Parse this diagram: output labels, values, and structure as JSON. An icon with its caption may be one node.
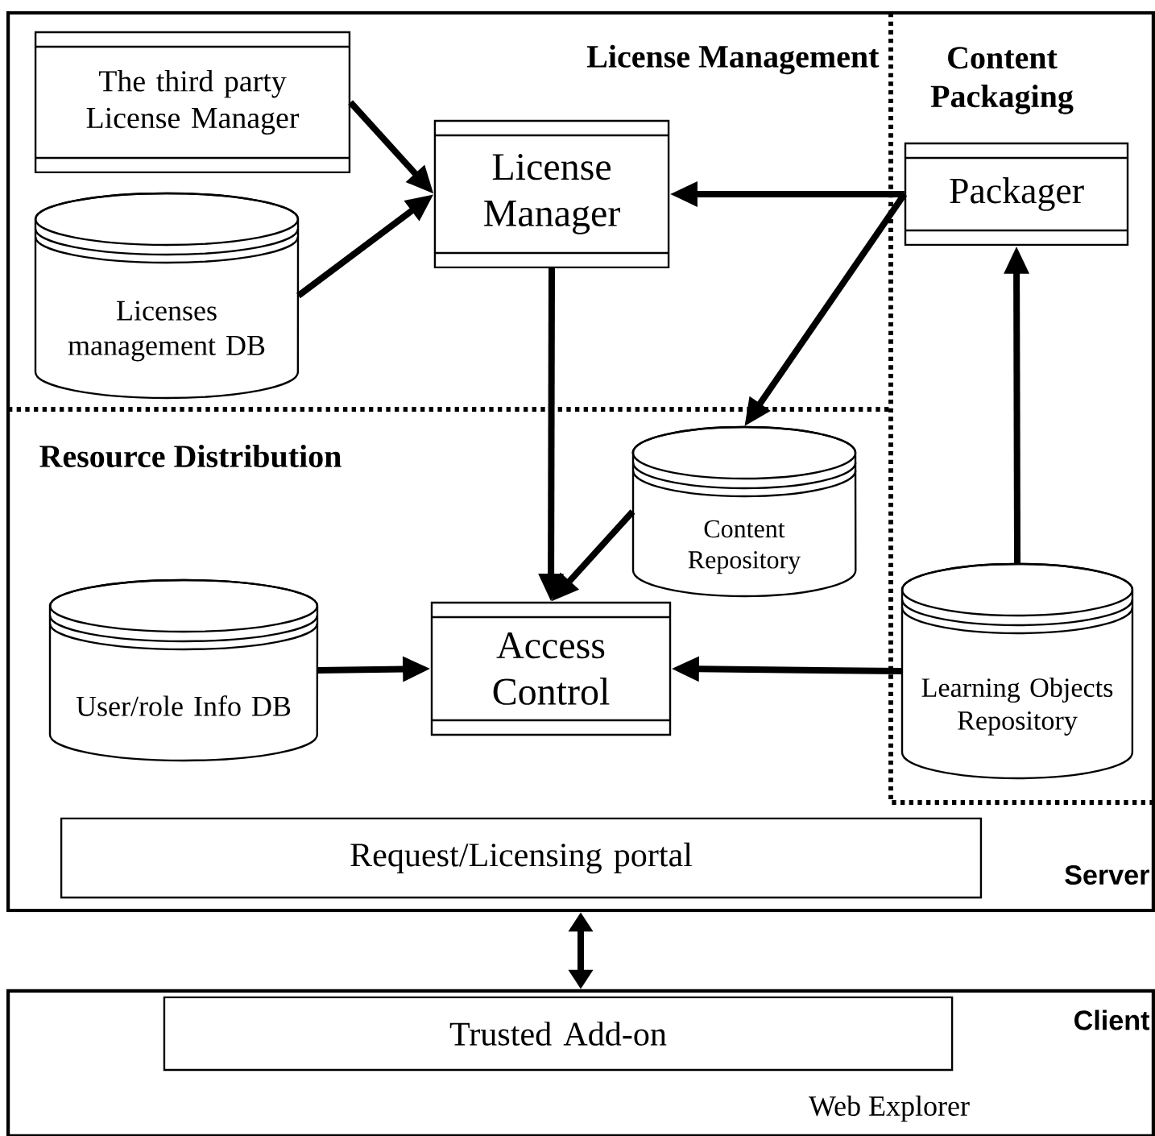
{
  "diagram": {
    "nodes": [
      {
        "text": [
          "Server"
        ]
      },
      {
        "text": [
          "The third party License Manager"
        ],
        "in": 0
      },
      {
        "text": [
          "Licenses management DB"
        ],
        "in": 0
      },
      {
        "text": [
          "License Manager"
        ],
        "in": 0
      },
      {
        "text": [
          "Packager"
        ],
        "in": 0
      },
      {
        "text": [
          "Content Repository"
        ],
        "in": 0
      },
      {
        "text": [
          "User/role Info DB"
        ],
        "in": 0
      },
      {
        "text": [
          "Access Control"
        ],
        "in": 0
      },
      {
        "text": [
          "Learning Objects Repository"
        ],
        "in": 0
      },
      {
        "text": [
          "Request/Licensing portal"
        ],
        "in": 0
      },
      {
        "text": [
          "Client",
          "Web Explorer"
        ]
      },
      {
        "text": [
          "Trusted Add-on"
        ],
        "in": 10
      }
    ],
    "edges": [
      {
        "from": 1,
        "to": 3,
        "arrow": "to"
      },
      {
        "from": 2,
        "to": 3,
        "arrow": "to"
      },
      {
        "from": 4,
        "to": 3,
        "arrow": "to"
      },
      {
        "from": 4,
        "to": 5,
        "arrow": "to"
      },
      {
        "from": 3,
        "to": 7,
        "arrow": "to"
      },
      {
        "from": 5,
        "to": 7,
        "arrow": "to"
      },
      {
        "from": 6,
        "to": 7,
        "arrow": "to"
      },
      {
        "from": 8,
        "to": 7,
        "arrow": "to"
      },
      {
        "from": 8,
        "to": 4,
        "arrow": "to"
      },
      {
        "from": 0,
        "to": 10,
        "arrow": "both"
      }
    ],
    "labels": [
      "License Management",
      "Content Packaging",
      "Resource Distribution"
    ]
  }
}
